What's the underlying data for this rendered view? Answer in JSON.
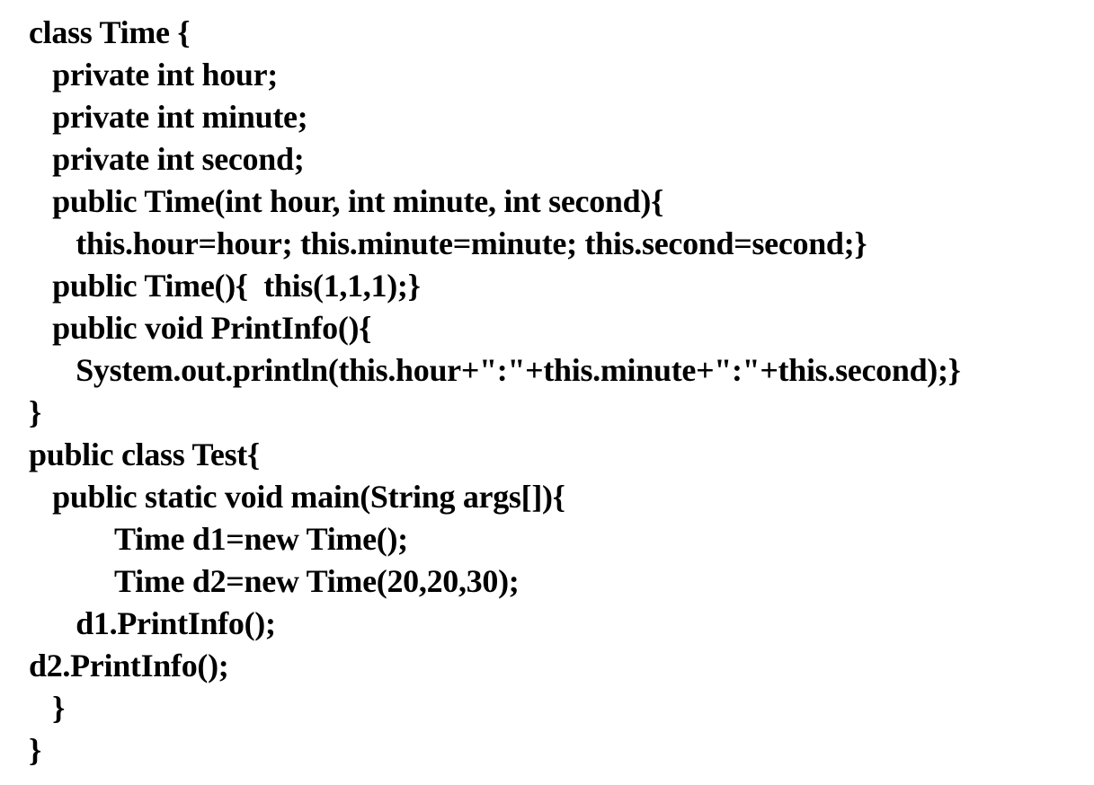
{
  "code": {
    "lines": [
      "class Time {",
      "   private int hour;",
      "   private int minute;",
      "   private int second;",
      "   public Time(int hour, int minute, int second){",
      "      this.hour=hour; this.minute=minute; this.second=second;}",
      "   public Time(){  this(1,1,1);}",
      "   public void PrintInfo(){",
      "      System.out.println(this.hour+\":\"+this.minute+\":\"+this.second);}",
      "}",
      "public class Test{",
      "   public static void main(String args[]){",
      "           Time d1=new Time();",
      "           Time d2=new Time(20,20,30);",
      "      d1.PrintInfo();",
      "d2.PrintInfo();",
      "   }",
      "}"
    ]
  }
}
